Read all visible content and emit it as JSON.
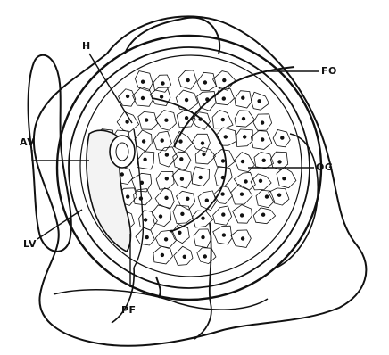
{
  "labels": {
    "h": "H",
    "fo": "FO",
    "av": "AV",
    "og": "OG",
    "lv": "LV",
    "pf": "PF"
  },
  "colors": {
    "ink": "#111111",
    "paper": "#ffffff"
  }
}
